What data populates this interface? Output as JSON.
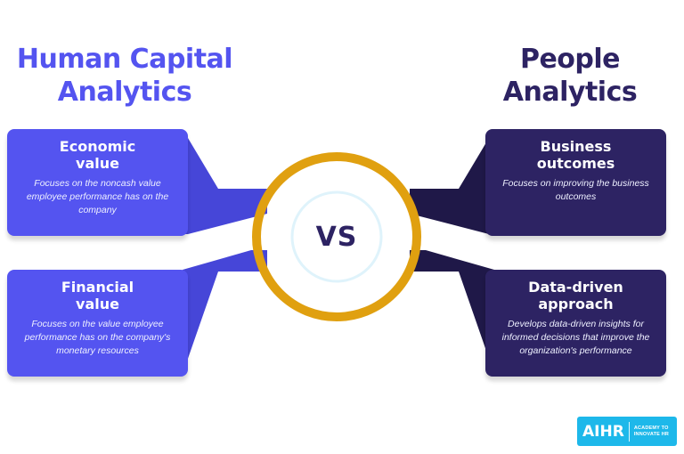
{
  "left_heading": "Human Capital\nAnalytics",
  "right_heading": "People\nAnalytics",
  "center_label": "VS",
  "colors": {
    "left_accent": "#5454f0",
    "right_accent": "#2d2363",
    "ring": "#e0a010",
    "logo_bg": "#1db8ea"
  },
  "left_cards": [
    {
      "title": "Economic\nvalue",
      "description": "Focuses on the noncash value employee performance has on the company"
    },
    {
      "title": "Financial\nvalue",
      "description": "Focuses on the value employee performance has on the company's monetary resources"
    }
  ],
  "right_cards": [
    {
      "title": "Business\noutcomes",
      "description": "Focuses on improving the business outcomes"
    },
    {
      "title": "Data-driven\napproach",
      "description": "Develops data-driven insights for informed decisions that improve the organization's performance"
    }
  ],
  "logo": {
    "mark": "AIHR",
    "tagline_1": "ACADEMY TO",
    "tagline_2": "INNOVATE HR"
  }
}
